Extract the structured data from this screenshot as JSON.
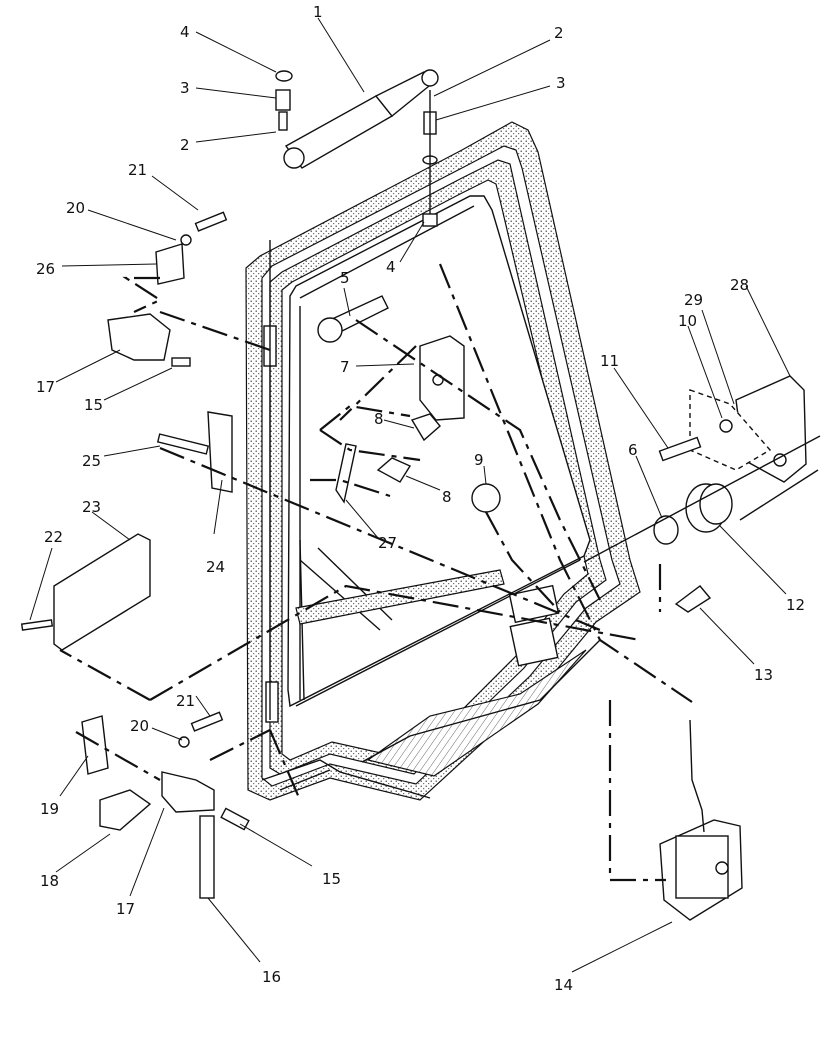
{
  "callouts": [
    {
      "id": "c1",
      "text": "1"
    },
    {
      "id": "c2a",
      "text": "2"
    },
    {
      "id": "c2b",
      "text": "2"
    },
    {
      "id": "c3a",
      "text": "3"
    },
    {
      "id": "c3b",
      "text": "3"
    },
    {
      "id": "c4a",
      "text": "4"
    },
    {
      "id": "c4b",
      "text": "4"
    },
    {
      "id": "c5",
      "text": "5"
    },
    {
      "id": "c6",
      "text": "6"
    },
    {
      "id": "c7",
      "text": "7"
    },
    {
      "id": "c8a",
      "text": "8"
    },
    {
      "id": "c8b",
      "text": "8"
    },
    {
      "id": "c9",
      "text": "9"
    },
    {
      "id": "c10",
      "text": "10"
    },
    {
      "id": "c11",
      "text": "11"
    },
    {
      "id": "c12",
      "text": "12"
    },
    {
      "id": "c13",
      "text": "13"
    },
    {
      "id": "c14",
      "text": "14"
    },
    {
      "id": "c15a",
      "text": "15"
    },
    {
      "id": "c15b",
      "text": "15"
    },
    {
      "id": "c16",
      "text": "16"
    },
    {
      "id": "c17a",
      "text": "17"
    },
    {
      "id": "c17b",
      "text": "17"
    },
    {
      "id": "c18",
      "text": "18"
    },
    {
      "id": "c19",
      "text": "19"
    },
    {
      "id": "c20a",
      "text": "20"
    },
    {
      "id": "c20b",
      "text": "20"
    },
    {
      "id": "c21a",
      "text": "21"
    },
    {
      "id": "c21b",
      "text": "21"
    },
    {
      "id": "c22",
      "text": "22"
    },
    {
      "id": "c23",
      "text": "23"
    },
    {
      "id": "c24",
      "text": "24"
    },
    {
      "id": "c25",
      "text": "25"
    },
    {
      "id": "c26",
      "text": "26"
    },
    {
      "id": "c27",
      "text": "27"
    },
    {
      "id": "c28",
      "text": "28"
    },
    {
      "id": "c29",
      "text": "29"
    }
  ]
}
